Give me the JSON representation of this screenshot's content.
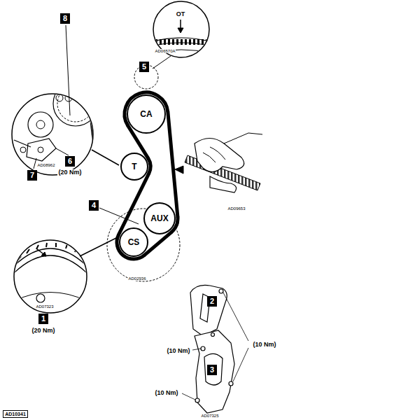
{
  "diagram": {
    "nodes": [
      {
        "text": [
          "CA"
        ]
      },
      {
        "text": [
          "T"
        ]
      },
      {
        "text": [
          "AUX"
        ]
      },
      {
        "text": [
          "CS"
        ]
      }
    ],
    "edges": [
      {
        "from": 0,
        "to": 2,
        "arrow": "none"
      },
      {
        "from": 2,
        "to": 3,
        "arrow": "none"
      },
      {
        "from": 3,
        "to": 1,
        "arrow": "none"
      },
      {
        "from": 1,
        "to": 0,
        "arrow": "none"
      }
    ],
    "labels": [
      "5",
      "OT",
      "AD06570A",
      "8",
      "AD08962",
      "6",
      "(20 Nm)",
      "7",
      "4",
      "AD02936",
      "AD07323",
      "1",
      "(20 Nm)",
      "AD09653",
      "2",
      "(10 Nm)",
      "(10 Nm)",
      "3",
      "(10 Nm)",
      "AD07325",
      "AD10341"
    ]
  }
}
